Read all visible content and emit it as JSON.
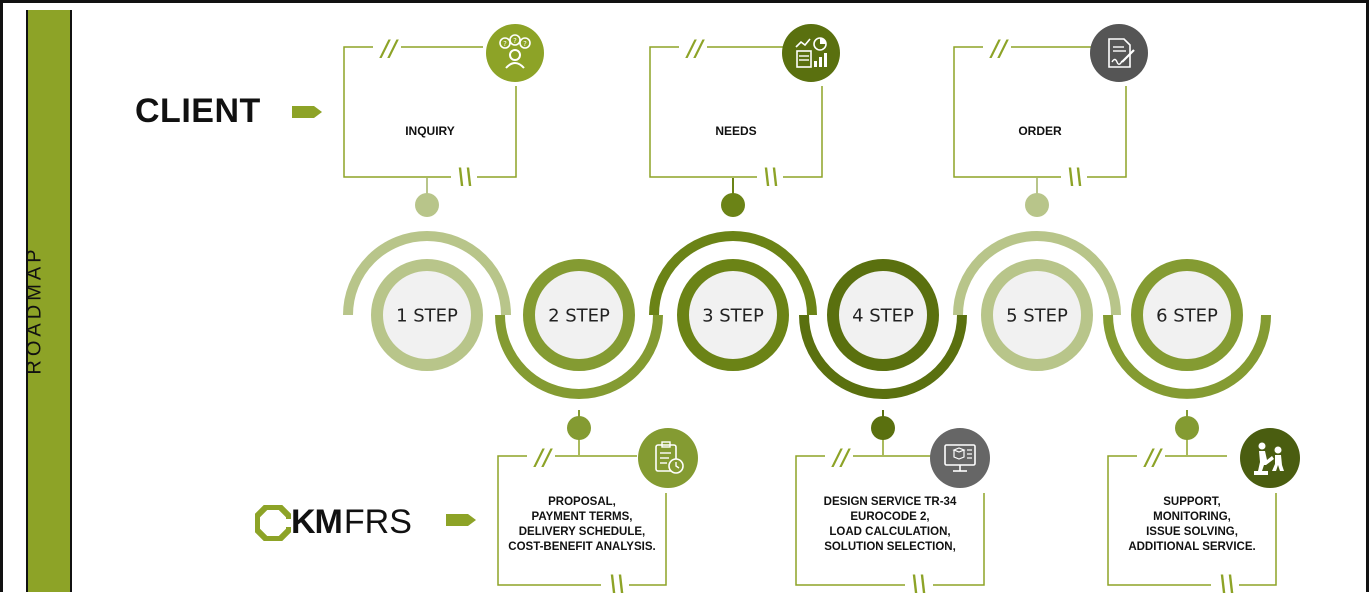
{
  "sidebar": {
    "label": "ROADMAP"
  },
  "client": {
    "label": "CLIENT"
  },
  "logo": {
    "brand_bold": "KM",
    "brand_light": "FRS"
  },
  "colors": {
    "accent": "#8da327",
    "light": "#b8c58a",
    "mid": "#849b32",
    "dark": "#6b8316",
    "darkest": "#5a700f",
    "icon_gray": "#555555"
  },
  "top_cards": [
    {
      "label": "INQUIRY",
      "icon": "question-people-icon"
    },
    {
      "label": "NEEDS",
      "icon": "analytics-chart-icon"
    },
    {
      "label": "ORDER",
      "icon": "signed-document-icon"
    }
  ],
  "steps": [
    {
      "label": "1 STEP"
    },
    {
      "label": "2 STEP"
    },
    {
      "label": "3 STEP"
    },
    {
      "label": "4 STEP"
    },
    {
      "label": "5 STEP"
    },
    {
      "label": "6 STEP"
    }
  ],
  "bottom_cards": [
    {
      "lines": [
        "PROPOSAL,",
        "PAYMENT TERMS,",
        "DELIVERY SCHEDULE,",
        "COST-BENEFIT ANALYSIS."
      ],
      "icon": "checklist-clock-icon"
    },
    {
      "lines": [
        "DESIGN SERVICE TR-34",
        "EUROCODE 2,",
        "LOAD CALCULATION,",
        "SOLUTION SELECTION,"
      ],
      "icon": "computer-design-icon"
    },
    {
      "lines": [
        "SUPPORT,",
        "MONITORING,",
        "ISSUE SOLVING,",
        "ADDITIONAL SERVICE."
      ],
      "icon": "helping-hand-icon"
    }
  ]
}
